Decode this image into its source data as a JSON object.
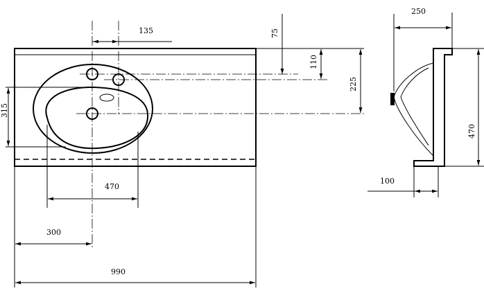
{
  "dimensions": {
    "tap_offset": "135",
    "top_75": "75",
    "top_110": "110",
    "right_225": "225",
    "height_315": "315",
    "bowl_width": "470",
    "left_offset": "300",
    "total_length": "990",
    "side_depth": "250",
    "side_height": "470",
    "side_bottom": "100"
  }
}
